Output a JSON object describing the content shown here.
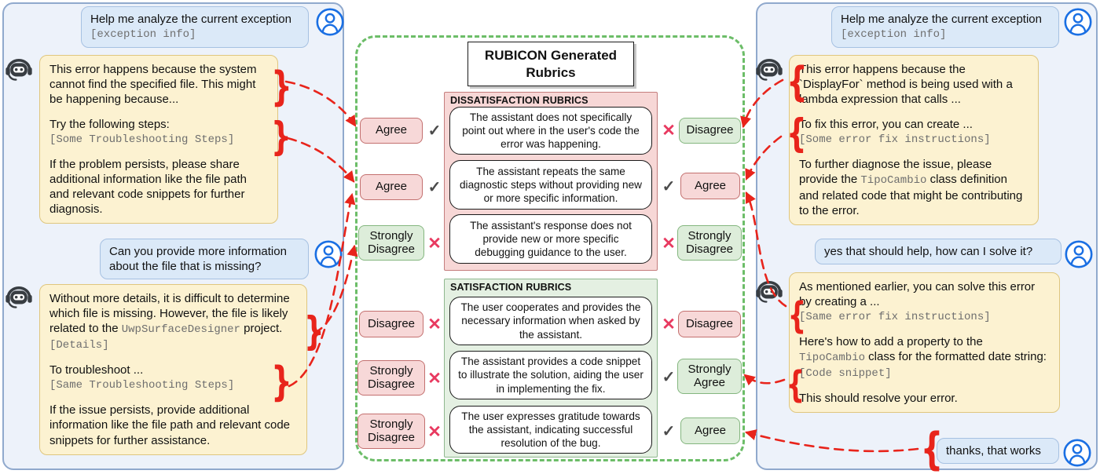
{
  "figure": {
    "title": "RUBICON Generated Rubrics"
  },
  "colors": {
    "panel_bg": "#edf2fa",
    "panel_border": "#90a9cd",
    "user_bubble": "#dbe9f8",
    "bot_bubble": "#fcf2d1",
    "dsat_bg": "#f7d7d6",
    "sat_bg": "#e4f0e2",
    "pink_box": "#f7d8d8",
    "green_box": "#ddedda",
    "connector_red": "#e8241b",
    "center_border_green": "#6cbd68",
    "check_gray": "#4b4b4b",
    "cross_pink": "#e83a60"
  },
  "icons": {
    "user": "user-icon",
    "assistant": "robot-icon",
    "check": "check-mark-icon",
    "cross": "x-mark-icon"
  },
  "center": {
    "dissatisfaction": {
      "header": "DISSATISFACTION RUBRICS",
      "rubrics": [
        "The assistant does not specifically point out where in the user's code the error was happening.",
        "The assistant repeats the same diagnostic steps without providing new or more specific information.",
        "The assistant's response does not provide new or more specific debugging guidance to the user."
      ]
    },
    "satisfaction": {
      "header": "SATISFACTION RUBRICS",
      "rubrics": [
        "The user cooperates and provides the necessary information when asked by the assistant.",
        "The assistant provides a code snippet to illustrate the solution, aiding the user in implementing the fix.",
        "The user expresses gratitude towards the assistant, indicating successful resolution of the bug."
      ]
    },
    "left_ratings": [
      {
        "label": "Agree",
        "mark": "✓"
      },
      {
        "label": "Agree",
        "mark": "✓"
      },
      {
        "label": "Strongly Disagree",
        "mark": "✕"
      },
      {
        "label": "Disagree",
        "mark": "✕"
      },
      {
        "label": "Strongly Disagree",
        "mark": "✕"
      },
      {
        "label": "Strongly Disagree",
        "mark": "✕"
      }
    ],
    "right_ratings": [
      {
        "label": "Disagree",
        "mark": "✕"
      },
      {
        "label": "Agree",
        "mark": "✓"
      },
      {
        "label": "Strongly Disagree",
        "mark": "✕"
      },
      {
        "label": "Disagree",
        "mark": "✕"
      },
      {
        "label": "Strongly Agree",
        "mark": "✓"
      },
      {
        "label": "Agree",
        "mark": "✓"
      }
    ]
  },
  "left_chat": {
    "user1_line1": "Help me analyze the current exception",
    "user1_line2": "[exception info]",
    "a1_p1": "This error happens because the system cannot find the specified file. This might be happening because...",
    "a1_p2_label": "Try the following steps:",
    "a1_p2_mono": "[Some Troubleshooting Steps]",
    "a1_p3": "If the problem persists, please share additional information like the file path and relevant code snippets for further diagnosis.",
    "user2": "Can you provide more information about the file that is missing?",
    "a2_p1_pre": "Without more details, it is difficult to determine which file is missing. However, the file is likely related to the ",
    "a2_p1_mono": "UwpSurfaceDesigner",
    "a2_p1_post": " project.",
    "a2_p1_mono2": "[Details]",
    "a2_p2_label": "To troubleshoot ...",
    "a2_p2_mono": "[Same Troubleshooting Steps]",
    "a2_p3": "If the issue persists, provide additional information like the file path and relevant code snippets for further assistance."
  },
  "right_chat": {
    "user1_line1": "Help me analyze the current exception",
    "user1_line2": "[exception info]",
    "a1_p1": "This error happens because the `DisplayFor` method is being used with a lambda expression that calls ...",
    "a1_p2_label": "To fix this error, you can create ...",
    "a1_p2_mono": "[Some error fix instructions]",
    "a1_p3_pre": "To further diagnose the issue, please provide the ",
    "a1_p3_mono": "TipoCambio",
    "a1_p3_post": " class definition and related code that might be contributing to the error.",
    "user2": "yes that should help, how can I solve it?",
    "a2_p1_label": "As mentioned earlier, you can solve this error by creating a ...",
    "a2_p1_mono": "[Same error fix instructions]",
    "a2_p2_pre": "Here's how to add a property to the ",
    "a2_p2_mono": "TipoCambio",
    "a2_p2_post": " class for the formatted date string:",
    "a2_p2_mono2": "[Code snippet]",
    "a2_p3": "This should resolve your error.",
    "user3": "thanks, that works"
  }
}
